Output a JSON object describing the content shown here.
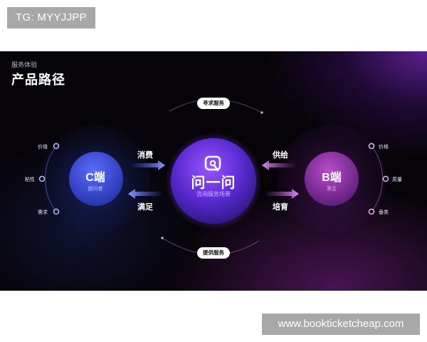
{
  "watermark_top": "TG: MYYJJPP",
  "watermark_bottom": "www.bookticketcheap.com",
  "slide": {
    "subtitle": "服务体验",
    "title": "产品路径"
  },
  "center": {
    "icon": "q-logo-icon",
    "title": "问一问",
    "subtitle": "咨询服务场景"
  },
  "c_node": {
    "title": "C端",
    "subtitle": "提问者"
  },
  "b_node": {
    "title": "B端",
    "subtitle": "答主"
  },
  "pills": {
    "top": "寻求服务",
    "bottom": "提供服务"
  },
  "arrows": {
    "c_to_center": "消费",
    "center_to_c": "满足",
    "b_to_center": "供给",
    "center_to_b": "培育"
  },
  "c_points": [
    "价值",
    "粘性",
    "需求"
  ],
  "b_points": [
    "价格",
    "质量",
    "垂类"
  ],
  "colors": {
    "c_blue": "#3d49d8",
    "center_purple": "#6a2fd6",
    "b_magenta": "#8b2aa6",
    "arrow_blue": "#6b7cff",
    "arrow_pink": "#c56fdc"
  }
}
